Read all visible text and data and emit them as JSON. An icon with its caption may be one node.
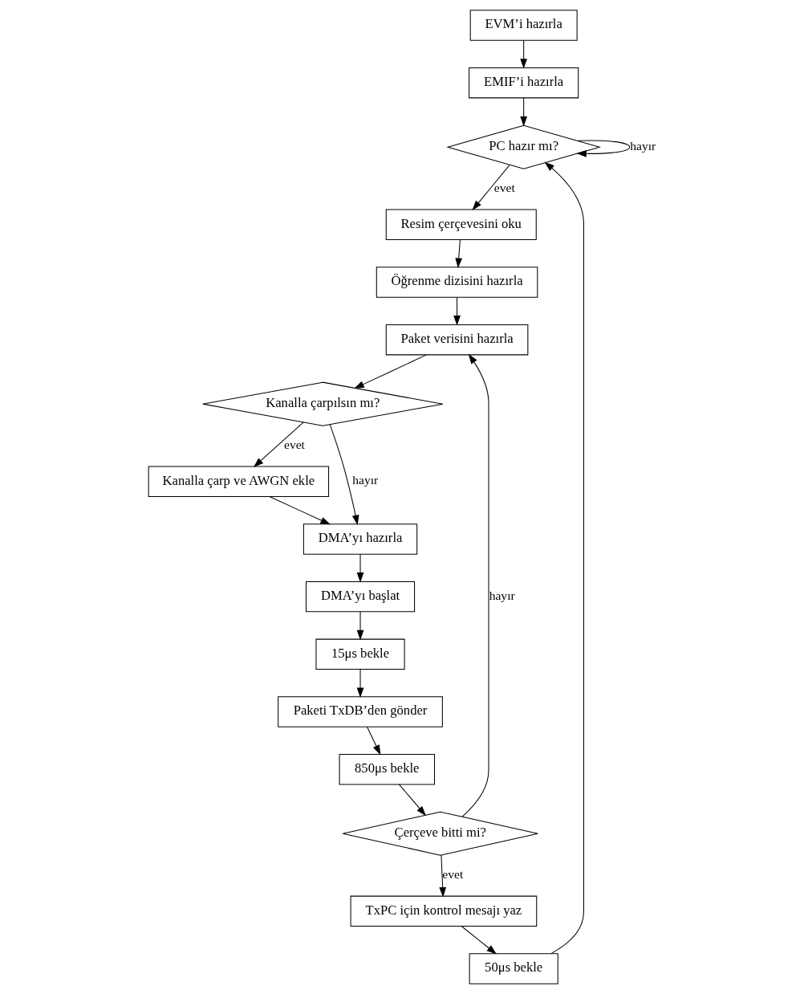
{
  "diagram": {
    "nodes": [
      {
        "text": [
          "EVM’i hazırla"
        ]
      },
      {
        "text": [
          "EMIF’i hazırla"
        ]
      },
      {
        "text": [
          "PC hazır mı?"
        ]
      },
      {
        "text": [
          "Resim çerçevesini oku"
        ]
      },
      {
        "text": [
          "Öğrenme dizisini hazırla"
        ]
      },
      {
        "text": [
          "Paket verisini hazırla"
        ]
      },
      {
        "text": [
          "Kanalla çarpılsın mı?"
        ]
      },
      {
        "text": [
          "Kanalla çarp ve AWGN ekle"
        ]
      },
      {
        "text": [
          "DMA’yı hazırla"
        ]
      },
      {
        "text": [
          "DMA’yı başlat"
        ]
      },
      {
        "text": [
          "15μs bekle"
        ]
      },
      {
        "text": [
          "Paketi TxDB’den gönder"
        ]
      },
      {
        "text": [
          "850μs bekle"
        ]
      },
      {
        "text": [
          "Çerçeve bitti mi?"
        ]
      },
      {
        "text": [
          "TxPC için kontrol mesajı yaz"
        ]
      },
      {
        "text": [
          "50μs bekle"
        ]
      }
    ],
    "edges": [
      {
        "from": 0,
        "to": 1,
        "arrow": "to"
      },
      {
        "from": 1,
        "to": 2,
        "arrow": "to"
      },
      {
        "from": 2,
        "to": 2,
        "arrow": "to",
        "label": "hayır"
      },
      {
        "from": 2,
        "to": 3,
        "arrow": "to",
        "label": "evet"
      },
      {
        "from": 3,
        "to": 4,
        "arrow": "to"
      },
      {
        "from": 4,
        "to": 5,
        "arrow": "to"
      },
      {
        "from": 5,
        "to": 6,
        "arrow": "to"
      },
      {
        "from": 6,
        "to": 7,
        "arrow": "to",
        "label": "evet"
      },
      {
        "from": 6,
        "to": 8,
        "arrow": "to",
        "label": "hayır"
      },
      {
        "from": 7,
        "to": 8,
        "arrow": "to"
      },
      {
        "from": 8,
        "to": 9,
        "arrow": "to"
      },
      {
        "from": 9,
        "to": 10,
        "arrow": "to"
      },
      {
        "from": 10,
        "to": 11,
        "arrow": "to"
      },
      {
        "from": 11,
        "to": 12,
        "arrow": "to"
      },
      {
        "from": 12,
        "to": 13,
        "arrow": "to"
      },
      {
        "from": 13,
        "to": 14,
        "arrow": "to",
        "label": "evet"
      },
      {
        "from": 13,
        "to": 5,
        "arrow": "to",
        "label": "hayır"
      },
      {
        "from": 14,
        "to": 15,
        "arrow": "to"
      },
      {
        "from": 15,
        "to": 2,
        "arrow": "to"
      }
    ]
  }
}
